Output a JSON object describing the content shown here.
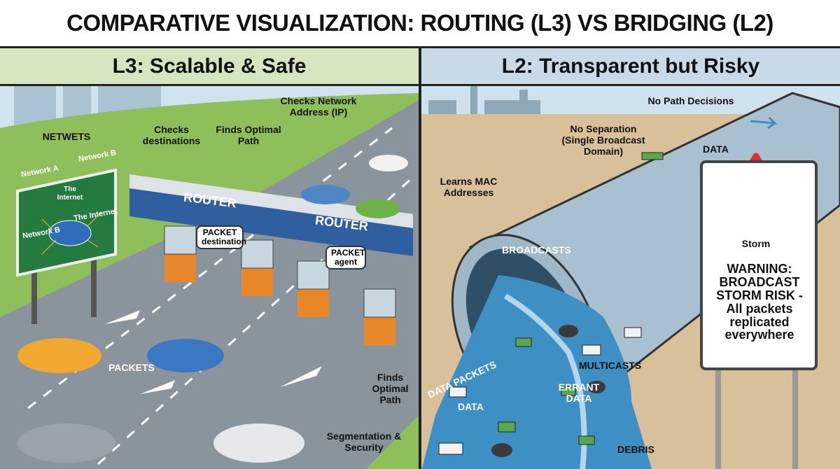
{
  "title": "COMPARATIVE VISUALIZATION: ROUTING (L3) VS BRIDGING (L2)",
  "left": {
    "heading": "L3: Scalable & Safe",
    "labels": {
      "checks_ip": "Checks Network Address (IP)",
      "netwets": "NETWETS",
      "checks_dest": "Checks destinations",
      "finds_path_top": "Finds Optimal Path",
      "packets": "PACKETS",
      "finds_path_bottom": "Finds Optimal Path",
      "segmentation": "Segmentation & Security"
    },
    "billboard": {
      "network_a": "Network A",
      "network_b_top": "Network B",
      "the_internet_center": "The Internet",
      "the_internet": "The Internet",
      "network_b_bottom": "Network B"
    },
    "router_signs": [
      "ROUTER",
      "ROUTER"
    ],
    "bubbles": {
      "packet_destination": "PACKET destination",
      "packet_agent": "PACKET agent"
    }
  },
  "right": {
    "heading": "L2: Transparent but Risky",
    "labels": {
      "no_path": "No Path Decisions",
      "no_separation": "No Separation (Single Broadcast Domain)",
      "data_top": "DATA",
      "learns_mac": "Learns MAC Addresses",
      "broadcasts": "BROADCASTS",
      "multicasts": "MULTICASTS",
      "data_packets": "DATA PACKETS",
      "data_bottom": "DATA",
      "errant_data": "ERRANT DATA",
      "debris": "DEBRIS"
    },
    "warning_sign": {
      "storm": "Storm",
      "warning": "WARNING: BROADCAST STORM RISK - All packets replicated everywhere"
    }
  },
  "colors": {
    "left_header": "#d4e5c0",
    "right_header": "#c8dae8",
    "router_blue": "#2f5f9e",
    "grass": "#8fbf5a",
    "sand": "#d8c19a",
    "water": "#3d8fc4",
    "warning_red": "#d93030"
  }
}
